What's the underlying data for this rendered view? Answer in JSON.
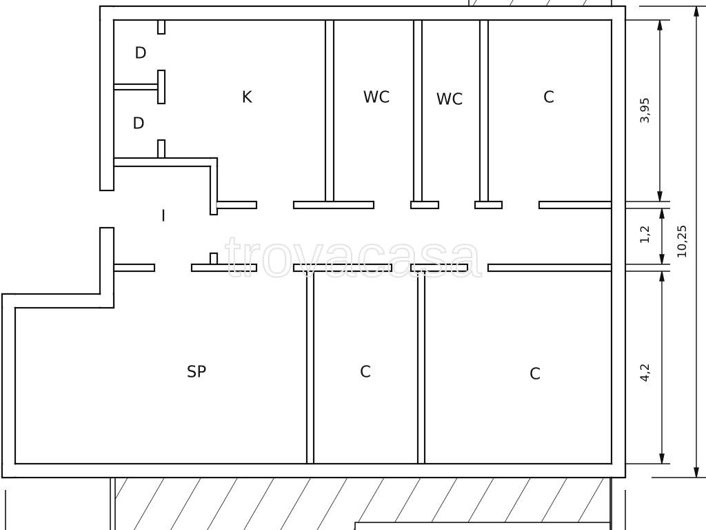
{
  "rooms": {
    "d1": "D",
    "d2": "D",
    "kitchen": "K",
    "wc1": "WC",
    "wc2": "WC",
    "c1": "C",
    "hall": "I",
    "sp": "SP",
    "c2": "C",
    "c3": "C"
  },
  "dimensions": {
    "upper": "3,95",
    "corridor": "1,2",
    "lower": "4,2",
    "total": "10,25"
  },
  "watermark": "trovacasa",
  "colors": {
    "line": "#111111",
    "background": "#ffffff",
    "watermark": "#e4e4e4"
  }
}
